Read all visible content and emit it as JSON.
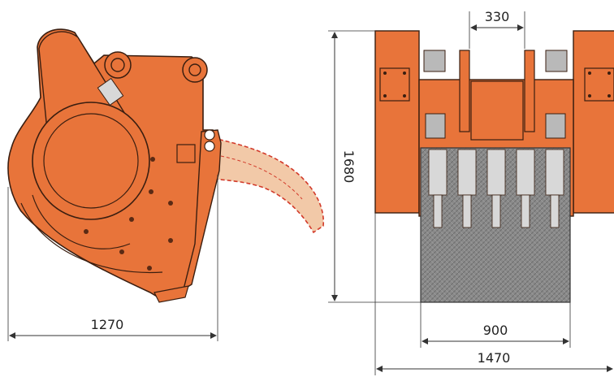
{
  "dimensions": {
    "side_width": "1270",
    "front_height": "1680",
    "tooth_spacing": "330",
    "drum_width": "900",
    "overall_width": "1470"
  },
  "colors": {
    "body": "#E8743A",
    "body_dark": "#C85A24",
    "outline": "#3A1E10",
    "drum": "#8A8A8A",
    "drum_dark": "#5E5E5E",
    "tooth": "#D8D8D8",
    "ghost": "#F2C9A8",
    "ghost_dash": "#D23A2A",
    "dim_line": "#333333"
  }
}
